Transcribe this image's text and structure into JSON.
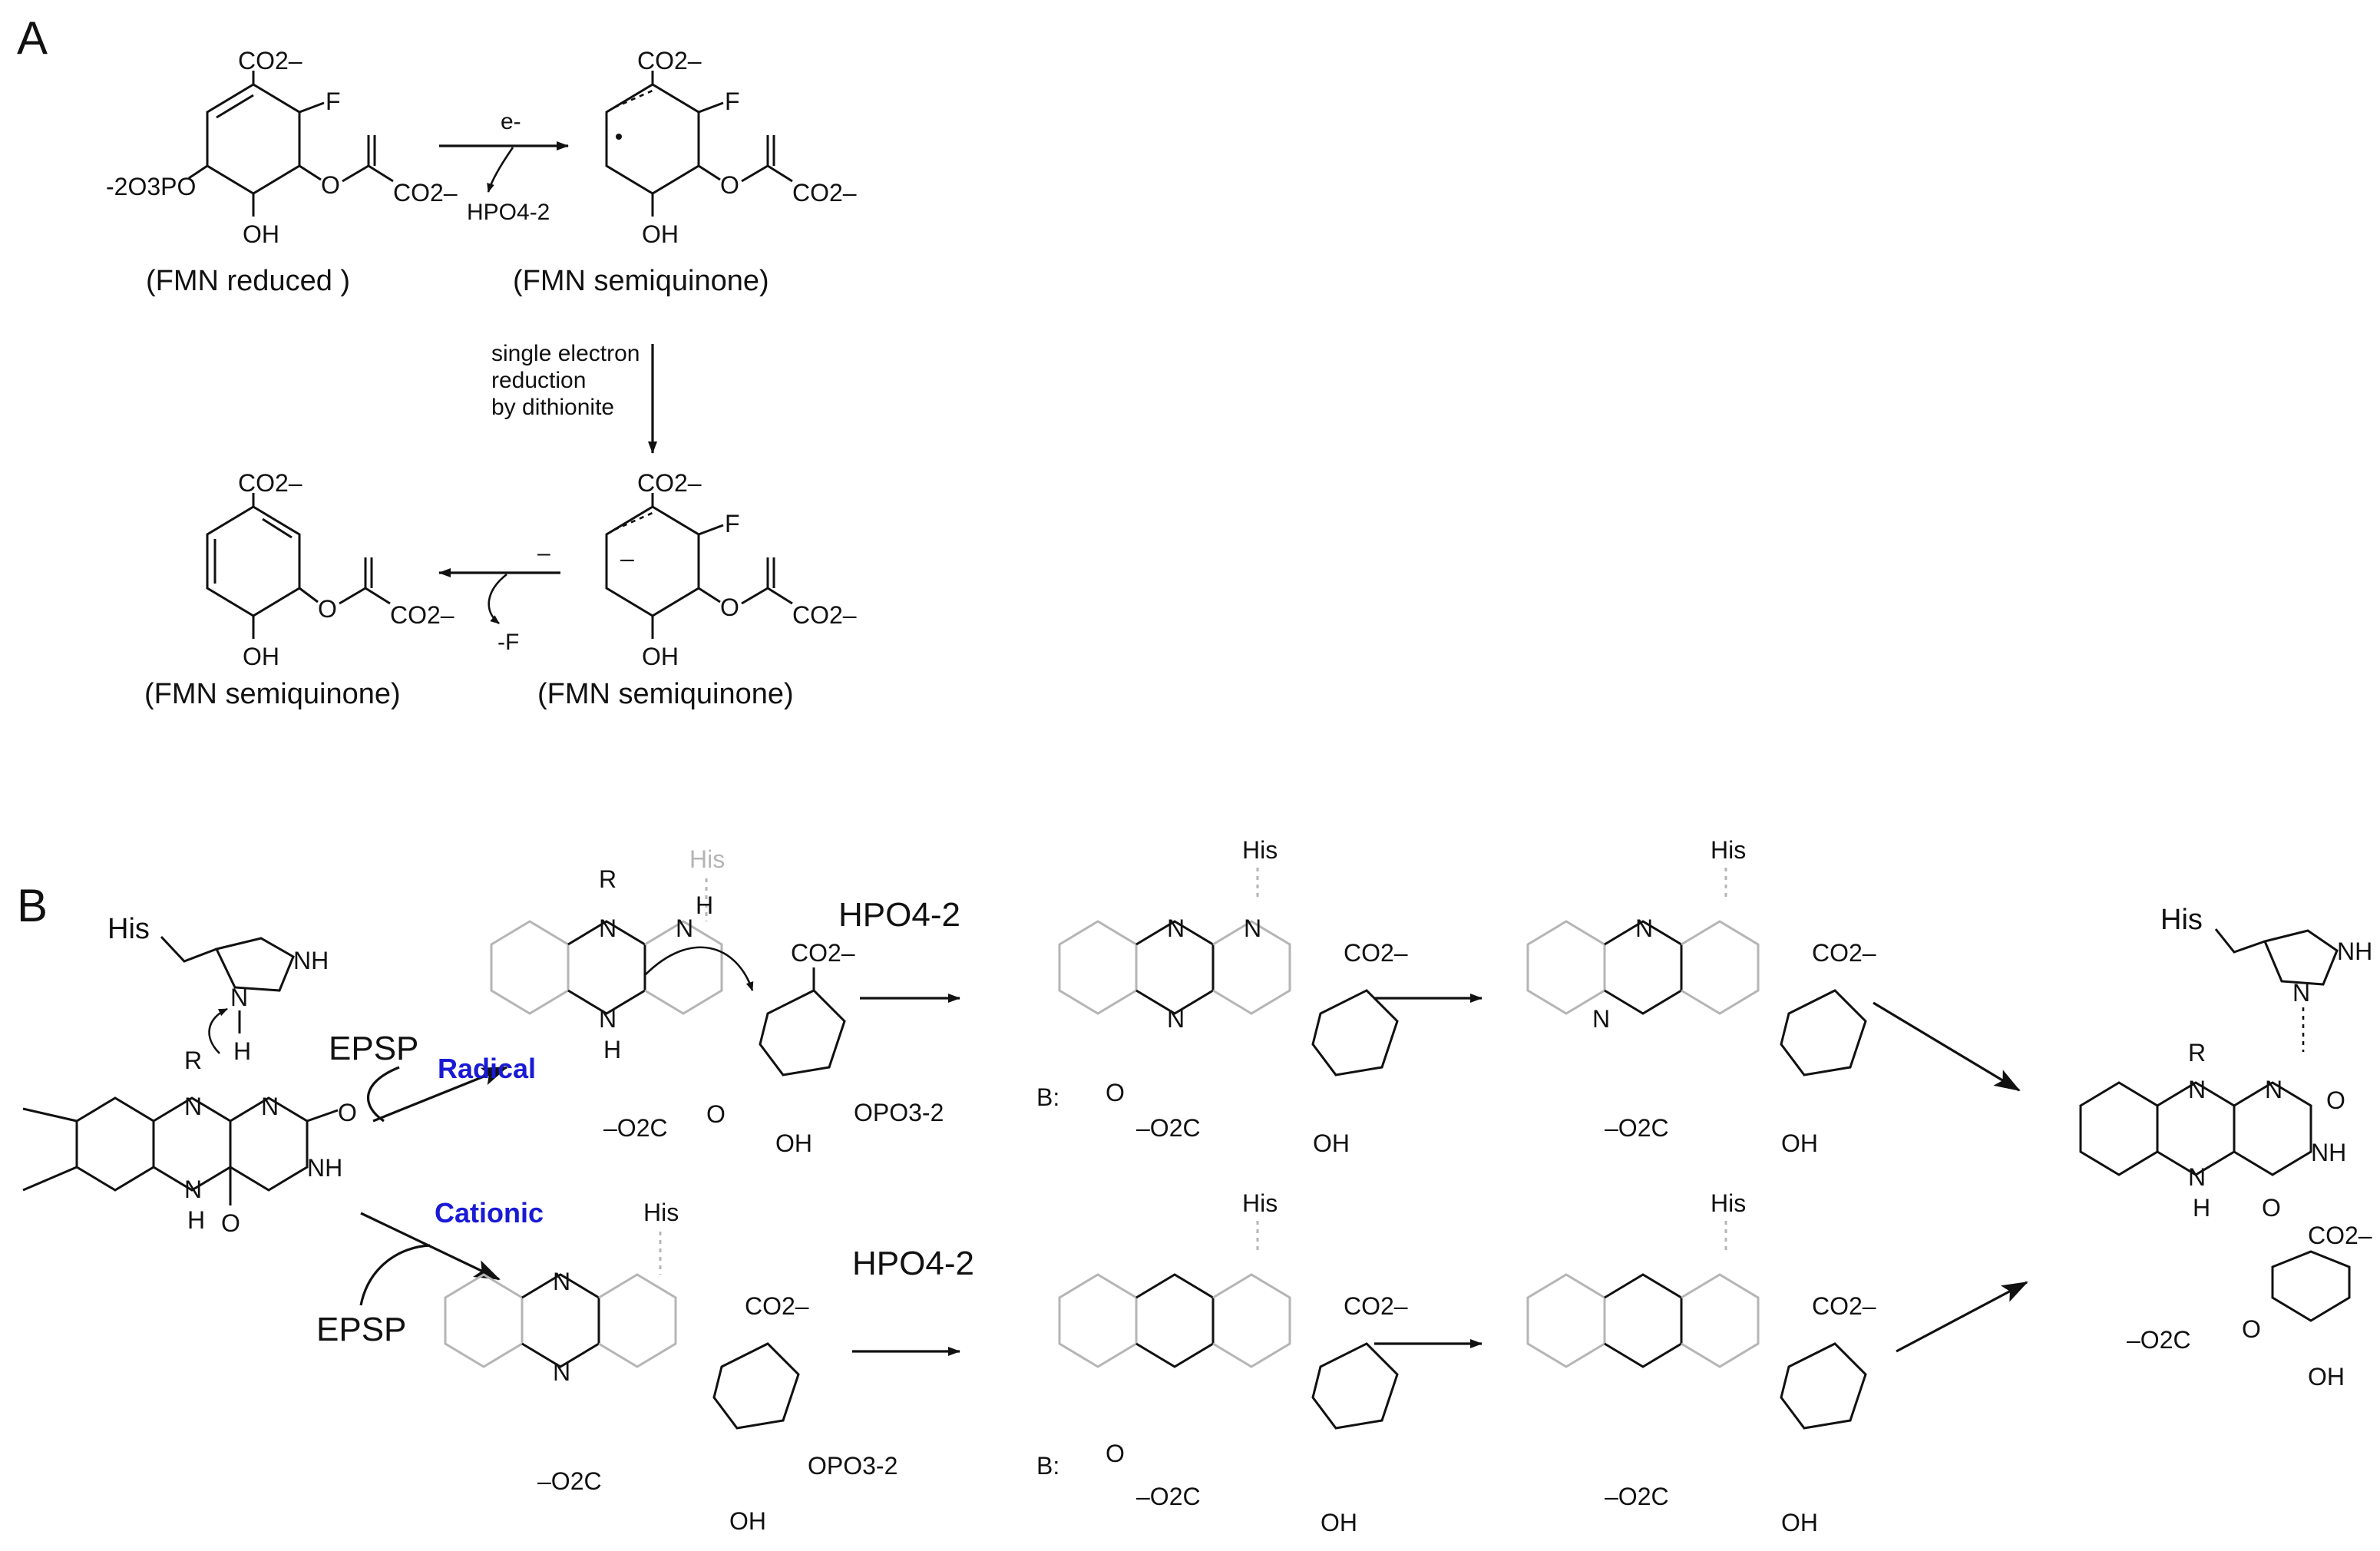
{
  "panels": {
    "a": "A",
    "b": "B"
  },
  "panel_a": {
    "captions": {
      "reduced": "(FMN reduced )",
      "semiquinone_1": "(FMN semiquinone)",
      "semiquinone_2": "(FMN semiquinone)",
      "semiquinone_3": "(FMN semiquinone)"
    },
    "electron": "e-",
    "leaving_phosphate": "HPO4-2",
    "reduction_step": [
      "single electron",
      "reduction",
      "by dithionite"
    ],
    "leaving_fluoride": "-F",
    "charge": "–"
  },
  "panel_b": {
    "substrate": "EPSP",
    "mechanism_radical": "Radical",
    "mechanism_cationic": "Cationic",
    "leaving_phosphate": "HPO4-2",
    "histidine": "His",
    "base": "B:"
  },
  "groups": {
    "carboxylate": "CO2–",
    "hydroxyl": "OH",
    "fluoro": "F",
    "ether_oxygen": "O",
    "phosphate": "OPO3-2",
    "phosphate_ester": "-2O3PO",
    "enolpyruvyl_carboxylate": "–O2C",
    "imine_nitrogen": "N",
    "amine_nitrogen": "NH",
    "hydrogen": "H",
    "r_group": "R",
    "carbonyl_oxygen": "O",
    "water_oxygen": "O"
  },
  "colors": {
    "ink": "#111111",
    "faded": "#b5b5b5",
    "mechanism_label": "#1a1ad6"
  }
}
